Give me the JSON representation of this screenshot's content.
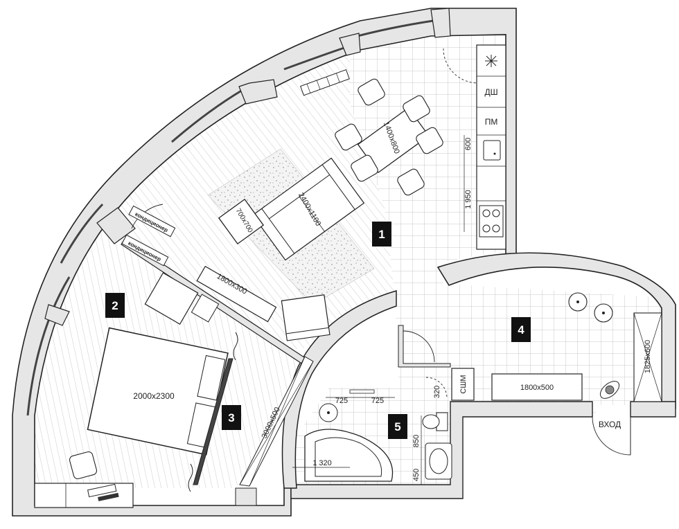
{
  "rooms": [
    {
      "number": "1"
    },
    {
      "number": "2"
    },
    {
      "number": "3"
    },
    {
      "number": "4"
    },
    {
      "number": "5"
    }
  ],
  "furniture": {
    "dining_table": "1400x800",
    "sofa": "2400x1100",
    "coffee_table": "700x700",
    "desk": "1800x300",
    "bed": "2000x2300",
    "wardrobe_bedroom": "3000x500",
    "wardrobe_hall": "1825x600",
    "hall_cabinet": "1800x500"
  },
  "appliances": {
    "dishwasher": "ДШ",
    "microwave": "ПМ",
    "washing_machine": "СШМ"
  },
  "ac_units": [
    "кондиционер",
    "кондиционер"
  ],
  "dimensions": {
    "kitchen_gap": "600",
    "kitchen_len": "1 950",
    "bath_a": "725",
    "bath_b": "725",
    "bath_wm": "320",
    "bath_wc": "850",
    "bath_sink": "450",
    "bathtub": "1 320"
  },
  "entrance_label": "ВХОД",
  "colors": {
    "wall_fill": "#e6e6e6",
    "stroke": "#222222",
    "tag_bg": "#111111",
    "tag_text": "#ffffff",
    "grid_line": "#b9b9b9",
    "hatch_line": "#c3c3c3"
  }
}
